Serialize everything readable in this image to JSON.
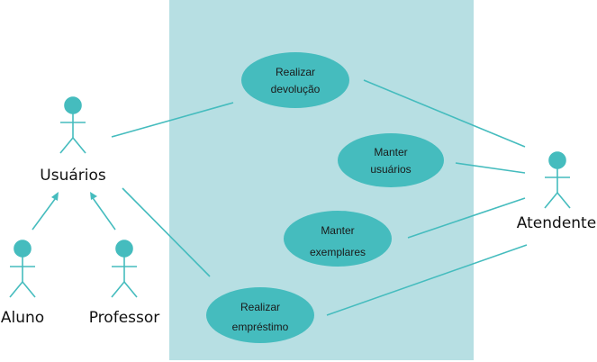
{
  "colors": {
    "system_fill": "#b7dfe3",
    "teal": "#45bcbe",
    "line": "#45bcbe",
    "text": "#111111"
  },
  "actors": {
    "usuarios": "Usuários",
    "aluno": "Aluno",
    "professor": "Professor",
    "atendente": "Atendente"
  },
  "use_cases": {
    "devolucao": [
      "Realizar",
      "devolução"
    ],
    "manter_usuarios": [
      "Manter",
      "usuários"
    ],
    "manter_exemplares": [
      "Manter",
      "exemplares"
    ],
    "emprestimo": [
      "Realizar",
      "empréstimo"
    ]
  }
}
